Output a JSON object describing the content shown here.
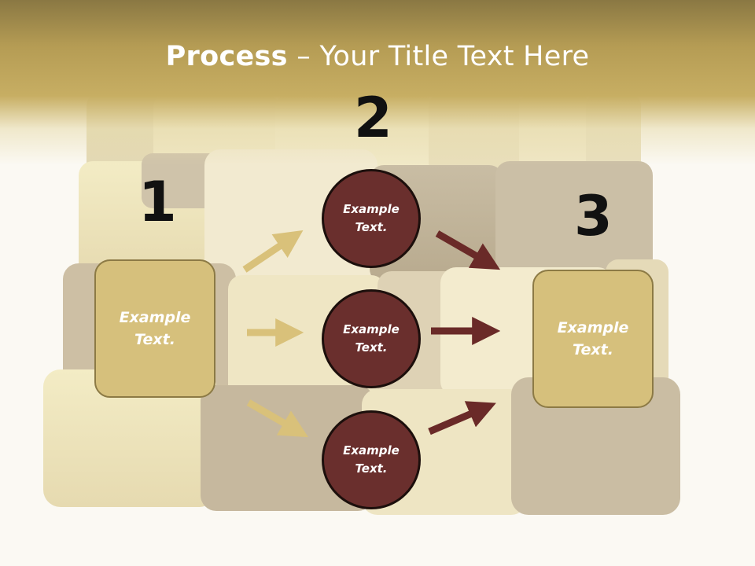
{
  "slide": {
    "title_bold": "Process",
    "title_rest": " – Your Title Text Here"
  },
  "steps": [
    {
      "number": "1"
    },
    {
      "number": "2"
    },
    {
      "number": "3"
    }
  ],
  "boxes": {
    "left": "Example Text.",
    "right": "Example Text."
  },
  "circles": [
    {
      "text": "Example Text."
    },
    {
      "text": "Example Text."
    },
    {
      "text": "Example Text."
    }
  ],
  "colors": {
    "header_gold": "#c7ae63",
    "box_fill": "#d6c07c",
    "box_border": "#8c7a45",
    "circle_fill": "#6a2f2d",
    "arrow_gold": "#d9c17a",
    "arrow_maroon": "#6a2a28"
  }
}
